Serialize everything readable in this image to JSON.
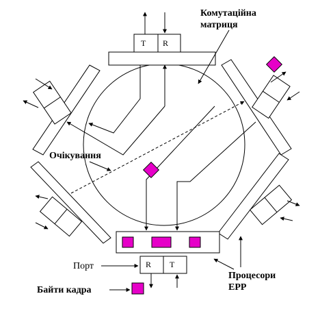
{
  "labels": {
    "switching_matrix_line1": "Комутаційна",
    "switching_matrix_line2": "матриця",
    "waiting": "Очікування",
    "port": "Порт",
    "frame_bytes": "Байти кадра",
    "processors_line1": "Процесори",
    "processors_line2": "EPP",
    "top_port_t": "T",
    "top_port_r": "R",
    "bottom_port_r": "R",
    "bottom_port_t": "T"
  },
  "colors": {
    "frame_byte": "#e600c8",
    "stroke": "#000000",
    "background": "#ffffff"
  }
}
